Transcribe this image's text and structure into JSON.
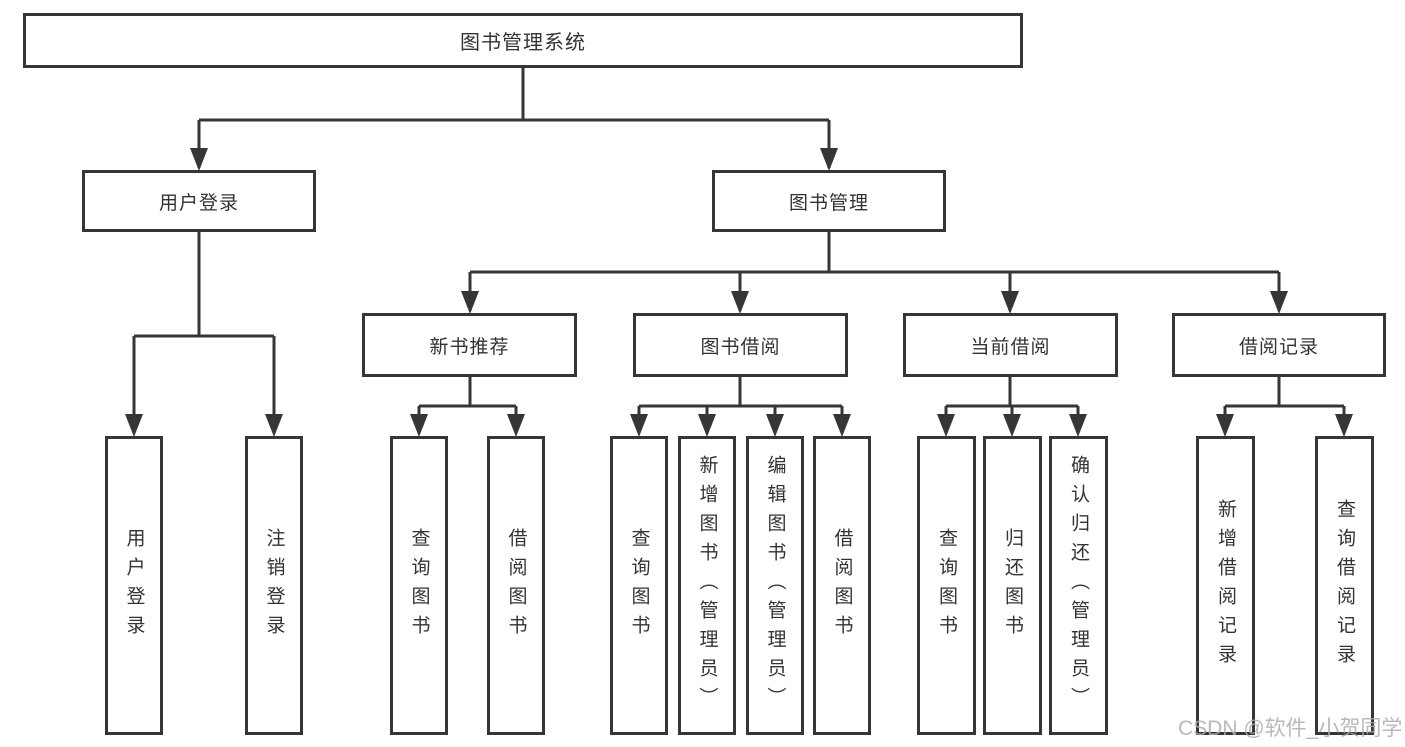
{
  "page": {
    "background_color": "#ffffff",
    "line_color": "#363636",
    "text_color": "#333333",
    "watermark_color": "#adadad"
  },
  "tree": {
    "root": {
      "label": "图书管理系统"
    },
    "children": [
      {
        "label": "用户登录",
        "children": [
          {
            "label": "用户登录"
          },
          {
            "label": "注销登录"
          }
        ]
      },
      {
        "label": "图书管理",
        "children": [
          {
            "label": "新书推荐",
            "children": [
              {
                "label": "查询图书"
              },
              {
                "label": "借阅图书"
              }
            ]
          },
          {
            "label": "图书借阅",
            "children": [
              {
                "label": "查询图书"
              },
              {
                "label": "新增图书（管理员）"
              },
              {
                "label": "编辑图书（管理员）"
              },
              {
                "label": "借阅图书"
              }
            ]
          },
          {
            "label": "当前借阅",
            "children": [
              {
                "label": "查询图书"
              },
              {
                "label": "归还图书"
              },
              {
                "label": "确认归还（管理员）"
              }
            ]
          },
          {
            "label": "借阅记录",
            "children": [
              {
                "label": "新增借阅记录"
              },
              {
                "label": "查询借阅记录"
              }
            ]
          }
        ]
      }
    ]
  },
  "watermark": "CSDN @软件_小贺同学"
}
